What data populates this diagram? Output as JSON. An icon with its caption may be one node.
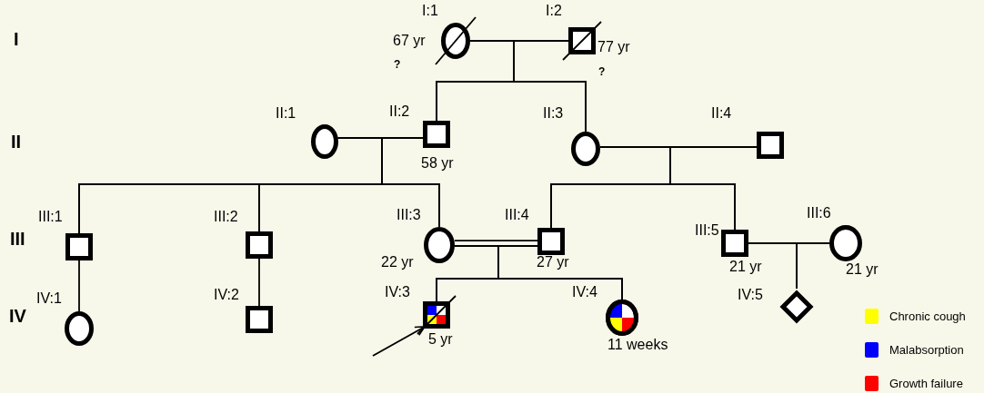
{
  "diagram": {
    "nodes": [
      {
        "text": [],
        "shape": "circle",
        "beside": [
          "I:1",
          "67 yr",
          "?"
        ]
      },
      {
        "text": [],
        "shape": "box",
        "beside": [
          "I:2",
          "77 yr",
          "?"
        ]
      },
      {
        "text": [],
        "shape": "circle",
        "beside": [
          "II:1"
        ]
      },
      {
        "text": [],
        "shape": "box",
        "beside": [
          "II:2",
          "58 yr"
        ]
      },
      {
        "text": [],
        "shape": "circle",
        "beside": [
          "II:3"
        ]
      },
      {
        "text": [],
        "shape": "box",
        "beside": [
          "II:4"
        ]
      },
      {
        "text": [],
        "shape": "box",
        "beside": [
          "III:1"
        ]
      },
      {
        "text": [],
        "shape": "box",
        "beside": [
          "III:2"
        ]
      },
      {
        "text": [],
        "shape": "circle",
        "beside": [
          "III:3",
          "22 yr"
        ]
      },
      {
        "text": [],
        "shape": "box",
        "beside": [
          "III:4",
          "27 yr"
        ]
      },
      {
        "text": [],
        "shape": "box",
        "beside": [
          "III:5",
          "21 yr"
        ]
      },
      {
        "text": [],
        "shape": "circle",
        "beside": [
          "III:6",
          "21 yr"
        ]
      },
      {
        "text": [],
        "shape": "circle",
        "beside": [
          "IV:1"
        ]
      },
      {
        "text": [],
        "shape": "box",
        "beside": [
          "IV:2"
        ]
      },
      {
        "text": [],
        "shape": "box",
        "beside": [
          "IV:3",
          "5 yr"
        ]
      },
      {
        "text": [],
        "shape": "circle",
        "beside": [
          "IV:4",
          "11 weeks"
        ]
      },
      {
        "text": [],
        "shape": "diamond",
        "beside": [
          "IV:5"
        ]
      }
    ],
    "edges": [
      {
        "from": 0,
        "to": 1,
        "arrow": "none"
      },
      {
        "from": 2,
        "to": 3,
        "arrow": "none"
      },
      {
        "from": 4,
        "to": 5,
        "arrow": "none"
      },
      {
        "from": 8,
        "to": 9,
        "arrow": "none",
        "style": "thick"
      },
      {
        "from": 10,
        "to": 11,
        "arrow": "none"
      },
      {
        "from": 0,
        "to": 3,
        "arrow": "none"
      },
      {
        "from": 1,
        "to": 3,
        "arrow": "none"
      },
      {
        "from": 0,
        "to": 4,
        "arrow": "none"
      },
      {
        "from": 1,
        "to": 4,
        "arrow": "none"
      },
      {
        "from": 2,
        "to": 6,
        "arrow": "none"
      },
      {
        "from": 3,
        "to": 6,
        "arrow": "none"
      },
      {
        "from": 2,
        "to": 7,
        "arrow": "none"
      },
      {
        "from": 3,
        "to": 7,
        "arrow": "none"
      },
      {
        "from": 2,
        "to": 8,
        "arrow": "none"
      },
      {
        "from": 3,
        "to": 8,
        "arrow": "none"
      },
      {
        "from": 4,
        "to": 9,
        "arrow": "none"
      },
      {
        "from": 5,
        "to": 9,
        "arrow": "none"
      },
      {
        "from": 4,
        "to": 10,
        "arrow": "none"
      },
      {
        "from": 5,
        "to": 10,
        "arrow": "none"
      },
      {
        "from": 6,
        "to": 12,
        "arrow": "none"
      },
      {
        "from": 7,
        "to": 13,
        "arrow": "none"
      },
      {
        "from": 8,
        "to": 14,
        "arrow": "none"
      },
      {
        "from": 9,
        "to": 14,
        "arrow": "none"
      },
      {
        "from": 8,
        "to": 15,
        "arrow": "none"
      },
      {
        "from": 9,
        "to": 15,
        "arrow": "none"
      },
      {
        "from": 10,
        "to": 16,
        "arrow": "none"
      },
      {
        "from": 11,
        "to": 16,
        "arrow": "none"
      },
      {
        "from": null,
        "to": 14,
        "arrow": "to"
      }
    ],
    "labels": [
      "I",
      "II",
      "III",
      "IV"
    ],
    "legend": [
      {
        "text": "Chronic cough",
        "color": "#ffff00"
      },
      {
        "text": "Malabsorption",
        "color": "#0000ff"
      },
      {
        "text": "Growth failure",
        "color": "#ff0000"
      }
    ]
  }
}
